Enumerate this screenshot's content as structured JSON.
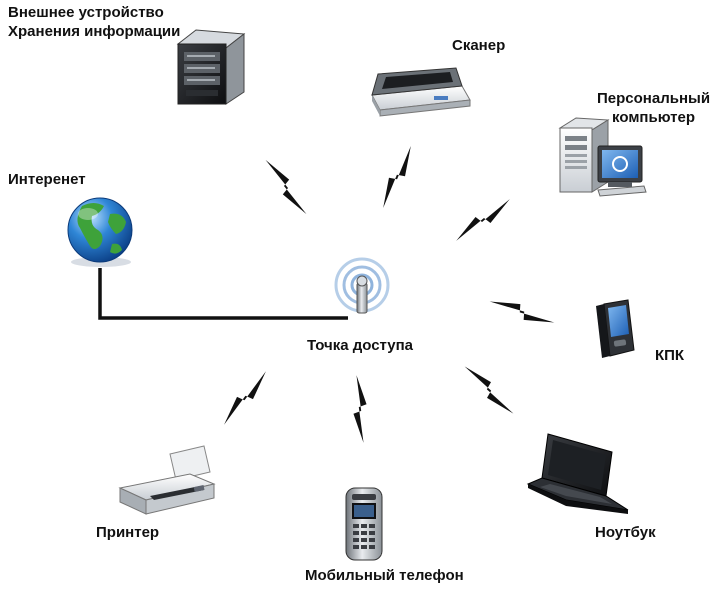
{
  "labels": {
    "storage": [
      "Внешнее устройство",
      "Хранения информации"
    ],
    "scanner": "Сканер",
    "pc": [
      "Персональный",
      "компьютер"
    ],
    "internet": "Интеренет",
    "access_point": "Точка доступа",
    "pda": "КПК",
    "printer": "Принтер",
    "phone": "Мобильный телефон",
    "laptop": "Ноутбук"
  },
  "icons": {
    "storage": "server-tower-icon",
    "scanner": "flatbed-scanner-icon",
    "pc": "desktop-computer-icon",
    "internet": "globe-icon",
    "access_point": "wifi-antenna-icon",
    "pda": "pda-icon",
    "printer": "printer-icon",
    "phone": "mobile-phone-icon",
    "laptop": "laptop-icon"
  },
  "colors": {
    "wire": "#111111",
    "signal": "#111111",
    "wifi_wave": "#8fb3dc",
    "globe_sea": "#2f86d6",
    "globe_land": "#3ea23a"
  }
}
